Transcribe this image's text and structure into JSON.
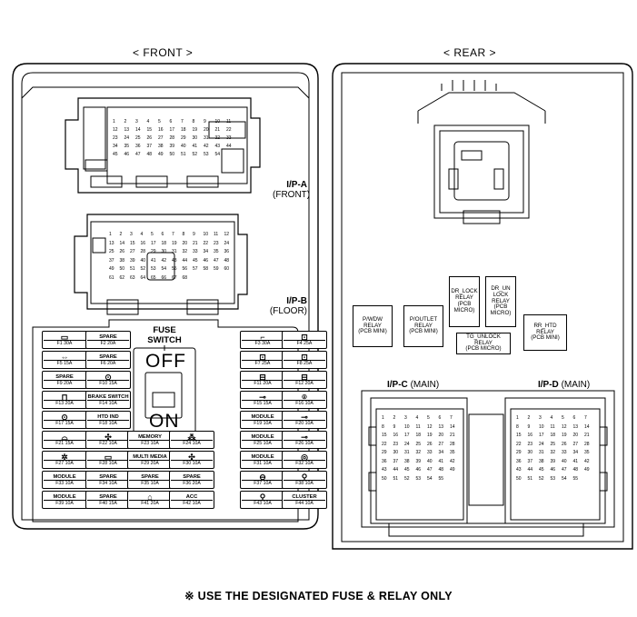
{
  "views": {
    "front": "< FRONT >",
    "rear": "< REAR >"
  },
  "connectors": {
    "ipa": {
      "name": "I/P-A",
      "sub": "(FRONT)"
    },
    "ipb": {
      "name": "I/P-B",
      "sub": "(FLOOR)"
    },
    "ipc": {
      "name": "I/P-C",
      "sub": "(MAIN)"
    },
    "ipd": {
      "name": "I/P-D",
      "sub": "(MAIN)"
    }
  },
  "fuse_switch": {
    "title": "FUSE SWITCH",
    "off": "OFF",
    "on": "ON"
  },
  "fuses": [
    {
      "id": "F1",
      "label": "",
      "rating": "F1 30A",
      "icon": "rear-defrost-icon"
    },
    {
      "id": "F2",
      "label": "SPARE",
      "rating": "F2 20A"
    },
    {
      "id": "F3",
      "label": "",
      "rating": "F3 30A",
      "icon": "seat-heater-icon"
    },
    {
      "id": "F4",
      "label": "",
      "rating": "F4 25A",
      "icon": "power-window-icon"
    },
    {
      "id": "F5",
      "label": "",
      "rating": "F5 15A",
      "icon": "turn-signal-icon"
    },
    {
      "id": "F6",
      "label": "SPARE",
      "rating": "F6 20A"
    },
    {
      "id": "F7",
      "label": "",
      "rating": "F7 25A",
      "icon": "power-window-icon"
    },
    {
      "id": "F8",
      "label": "",
      "rating": "F8 25A",
      "icon": "power-window-icon"
    },
    {
      "id": "F9",
      "label": "SPARE",
      "rating": "F9 20A"
    },
    {
      "id": "F10",
      "label": "",
      "rating": "F10 15A",
      "icon": "power-socket-icon"
    },
    {
      "id": "F11",
      "label": "",
      "rating": "F11 20A",
      "icon": "power-outlet-icon"
    },
    {
      "id": "F12",
      "label": "",
      "rating": "F12 20A",
      "icon": "power-outlet-icon"
    },
    {
      "id": "F13",
      "label": "",
      "rating": "F13 20A",
      "icon": "door-lock-icon"
    },
    {
      "id": "F14",
      "label": "BRAKE SWITCH",
      "rating": "F14 10A"
    },
    {
      "id": "F15",
      "label": "",
      "rating": "F15 15A",
      "icon": "key-icon"
    },
    {
      "id": "F16",
      "label": "",
      "rating": "F16 10A",
      "icon": "smart-key-icon"
    },
    {
      "id": "F17",
      "label": "",
      "rating": "F17 15A",
      "icon": "power-socket-icon"
    },
    {
      "id": "F18",
      "label": "HTD IND",
      "rating": "F18 10A"
    },
    {
      "id": "F19",
      "label": "MODULE",
      "rating": "F19 10A"
    },
    {
      "id": "F20",
      "label": "",
      "rating": "F20 10A",
      "icon": "key-icon"
    },
    {
      "id": "F21",
      "label": "",
      "rating": "F21 15A",
      "icon": "wiper-icon"
    },
    {
      "id": "F22",
      "label": "",
      "rating": "F22 10A",
      "icon": "blower-icon"
    },
    {
      "id": "F23",
      "label": "MEMORY",
      "rating": "F23 10A"
    },
    {
      "id": "F24",
      "label": "",
      "rating": "F24 10A",
      "icon": "interior-lamp-icon"
    },
    {
      "id": "F25",
      "label": "MODULE",
      "rating": "F25 10A"
    },
    {
      "id": "F26",
      "label": "",
      "rating": "F26 10A",
      "icon": "key-icon"
    },
    {
      "id": "F27",
      "label": "",
      "rating": "F27 10A",
      "icon": "gear-icon"
    },
    {
      "id": "F28",
      "label": "",
      "rating": "F28 10A",
      "icon": "display-icon"
    },
    {
      "id": "F29",
      "label": "MULTI MEDIA",
      "rating": "F29 20A"
    },
    {
      "id": "F30",
      "label": "",
      "rating": "F30 10A",
      "icon": "blower-icon"
    },
    {
      "id": "F31",
      "label": "MODULE",
      "rating": "F31 10A"
    },
    {
      "id": "F32",
      "label": "",
      "rating": "F32 10A",
      "icon": "abs-icon"
    },
    {
      "id": "F33",
      "label": "MODULE",
      "rating": "F33 10A"
    },
    {
      "id": "F34",
      "label": "SPARE",
      "rating": "F34 10A"
    },
    {
      "id": "F35",
      "label": "SPARE",
      "rating": "F35 10A"
    },
    {
      "id": "F36",
      "label": "SPARE",
      "rating": "F36 20A"
    },
    {
      "id": "F37",
      "label": "",
      "rating": "F37 10A",
      "icon": "steering-icon"
    },
    {
      "id": "F38",
      "label": "",
      "rating": "F38 10A",
      "icon": "airbag-icon"
    },
    {
      "id": "F39",
      "label": "MODULE",
      "rating": "F39 10A"
    },
    {
      "id": "F40",
      "label": "SPARE",
      "rating": "F40 15A"
    },
    {
      "id": "F41",
      "label": "",
      "rating": "F41 20A",
      "icon": "lighter-icon"
    },
    {
      "id": "F42",
      "label": "ACC",
      "rating": "F42 10A"
    },
    {
      "id": "F43",
      "label": "",
      "rating": "F43 10A",
      "icon": "airbag-icon"
    },
    {
      "id": "F44",
      "label": "CLUSTER",
      "rating": "F44 10A"
    }
  ],
  "relays": [
    {
      "id": "pwdw",
      "label": "P/WDW\nRELAY\n(PCB MINI)"
    },
    {
      "id": "poutlet",
      "label": "P/OUTLET\nRELAY\n(PCB MINI)"
    },
    {
      "id": "drlock",
      "label": "DR_LOCK\nRELAY\n(PCB\nMICRO)"
    },
    {
      "id": "drunlock",
      "label": "DR_UN\nLOCK\nRELAY\n(PCB\nMICRO)"
    },
    {
      "id": "tgunlock",
      "label": "TG_UNLOCK\nRELAY\n(PCB MICRO)"
    },
    {
      "id": "rrhtd",
      "label": "RR_HTD\nRELAY\n(PCB MINI)"
    }
  ],
  "pins": {
    "ipa": [
      "1",
      "2",
      "3",
      "4",
      "5",
      "6",
      "7",
      "8",
      "9",
      "10",
      "11",
      "12",
      "13",
      "14",
      "15",
      "16",
      "17",
      "18",
      "19",
      "20",
      "21",
      "22",
      "23",
      "24",
      "25",
      "26",
      "27",
      "28",
      "29",
      "30",
      "31",
      "32",
      "33",
      "34",
      "35",
      "36",
      "37",
      "38",
      "39",
      "40",
      "41",
      "42",
      "43",
      "44",
      "45",
      "46",
      "47",
      "48",
      "49",
      "50",
      "51",
      "52",
      "53",
      "54"
    ],
    "ipb": [
      "1",
      "2",
      "3",
      "4",
      "5",
      "6",
      "7",
      "8",
      "9",
      "10",
      "11",
      "12",
      "13",
      "14",
      "15",
      "16",
      "17",
      "18",
      "19",
      "20",
      "21",
      "22",
      "23",
      "24",
      "25",
      "26",
      "27",
      "28",
      "29",
      "30",
      "31",
      "32",
      "33",
      "34",
      "35",
      "36",
      "37",
      "38",
      "39",
      "40",
      "41",
      "42",
      "43",
      "44",
      "45",
      "46",
      "47",
      "48",
      "49",
      "50",
      "51",
      "52",
      "53",
      "54",
      "55",
      "56",
      "57",
      "58",
      "59",
      "60",
      "61",
      "62",
      "63",
      "64",
      "65",
      "66",
      "67",
      "68"
    ],
    "ipc": [
      "1",
      "2",
      "3",
      "4",
      "5",
      "6",
      "7",
      "8",
      "9",
      "10",
      "11",
      "12",
      "13",
      "14",
      "15",
      "16",
      "17",
      "18",
      "19",
      "20",
      "21",
      "22",
      "23",
      "24",
      "25",
      "26",
      "27",
      "28",
      "29",
      "30",
      "31",
      "32",
      "33",
      "34",
      "35",
      "36",
      "37",
      "38",
      "39",
      "40",
      "41",
      "42",
      "43",
      "44",
      "45",
      "46",
      "47",
      "48",
      "49",
      "50",
      "51",
      "52",
      "53",
      "54",
      "55"
    ],
    "ipd": [
      "1",
      "2",
      "3",
      "4",
      "5",
      "6",
      "7",
      "8",
      "9",
      "10",
      "11",
      "12",
      "13",
      "14",
      "15",
      "16",
      "17",
      "18",
      "19",
      "20",
      "21",
      "22",
      "23",
      "24",
      "25",
      "26",
      "27",
      "28",
      "29",
      "30",
      "31",
      "32",
      "33",
      "34",
      "35",
      "36",
      "37",
      "38",
      "39",
      "40",
      "41",
      "42",
      "43",
      "44",
      "45",
      "46",
      "47",
      "48",
      "49",
      "50",
      "51",
      "52",
      "53",
      "54",
      "55"
    ]
  },
  "warning": "※ USE THE DESIGNATED FUSE & RELAY ONLY"
}
